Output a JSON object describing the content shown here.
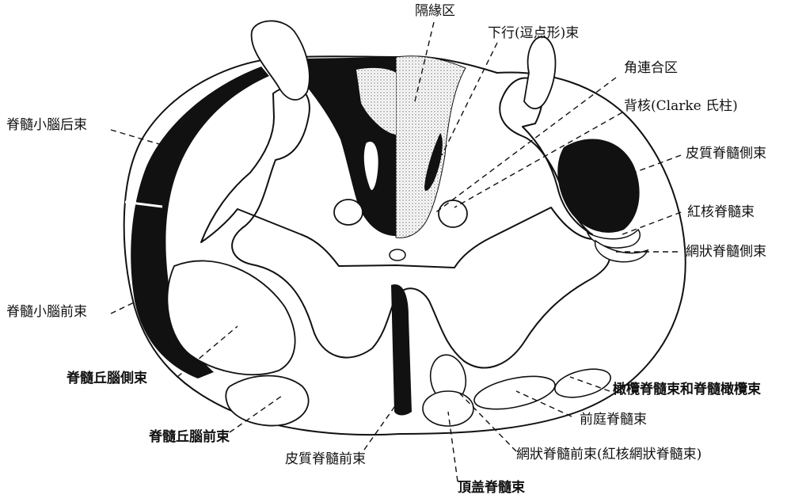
{
  "colors": {
    "ink": "#111111",
    "paper": "#ffffff",
    "stipple": "#d6d6d6"
  },
  "labels": {
    "septomarginal": "隔緣区",
    "descending_comma": "下行(逗点形)束",
    "cornu_commissural": "角連合区",
    "dorsal_nucleus": "背核(Clarke 氏柱)",
    "posterior_spinocerebellar": "脊髓小腦后束",
    "lateral_corticospinal": "皮質脊髓側束",
    "rubrospinal": "紅核脊髓束",
    "lateral_reticulospinal": "網狀脊髓側束",
    "anterior_spinocerebellar": "脊髓小腦前束",
    "lateral_spinothalamic": "脊髓丘腦側束",
    "olivospinal": "橄欖脊髓束和脊髓橄欖束",
    "vestibulospinal": "前庭脊髓束",
    "anterior_spinothalamic": "脊髓丘腦前束",
    "anterior_reticulospinal": "網狀脊髓前束(紅核網狀脊髓束)",
    "anterior_corticospinal": "皮質脊髓前束",
    "tectospinal": "頂盖脊髓束"
  }
}
